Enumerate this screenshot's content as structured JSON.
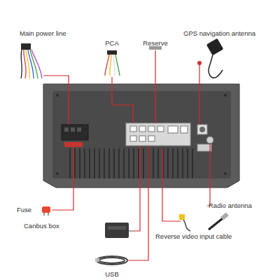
{
  "diagram": {
    "labels": [
      "Main power line",
      "PCA",
      "Reserve",
      "GPS navigation antenna",
      "Fuse",
      "Canbus box",
      "USB",
      "Reverse video input cable",
      "Radio antenna"
    ]
  }
}
